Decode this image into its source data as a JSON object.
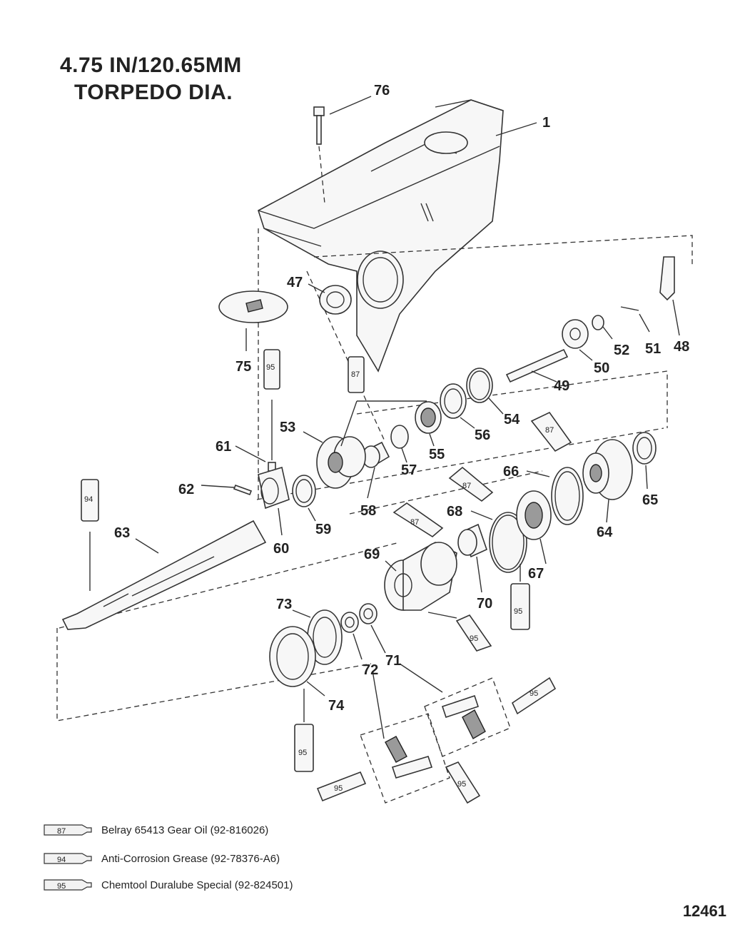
{
  "title": {
    "line1": "4.75 IN/120.65MM",
    "line2": "TORPEDO DIA."
  },
  "callouts": [
    "76",
    "1",
    "47",
    "75",
    "48",
    "51",
    "52",
    "50",
    "49",
    "87",
    "95",
    "54",
    "56",
    "53",
    "55",
    "61",
    "57",
    "58",
    "59",
    "62",
    "60",
    "94",
    "63",
    "66",
    "65",
    "87",
    "64",
    "68",
    "67",
    "69",
    "70",
    "73",
    "71",
    "72",
    "74"
  ],
  "tubes": {
    "t87": "87",
    "t94": "94",
    "t95": "95"
  },
  "legend": [
    {
      "code": "87",
      "text": "Belray 65413 Gear Oil (92-816026)"
    },
    {
      "code": "94",
      "text": "Anti-Corrosion Grease (92-78376-A6)"
    },
    {
      "code": "95",
      "text": "Chemtool Duralube Special (92-824501)"
    }
  ],
  "doc_number": "12461"
}
